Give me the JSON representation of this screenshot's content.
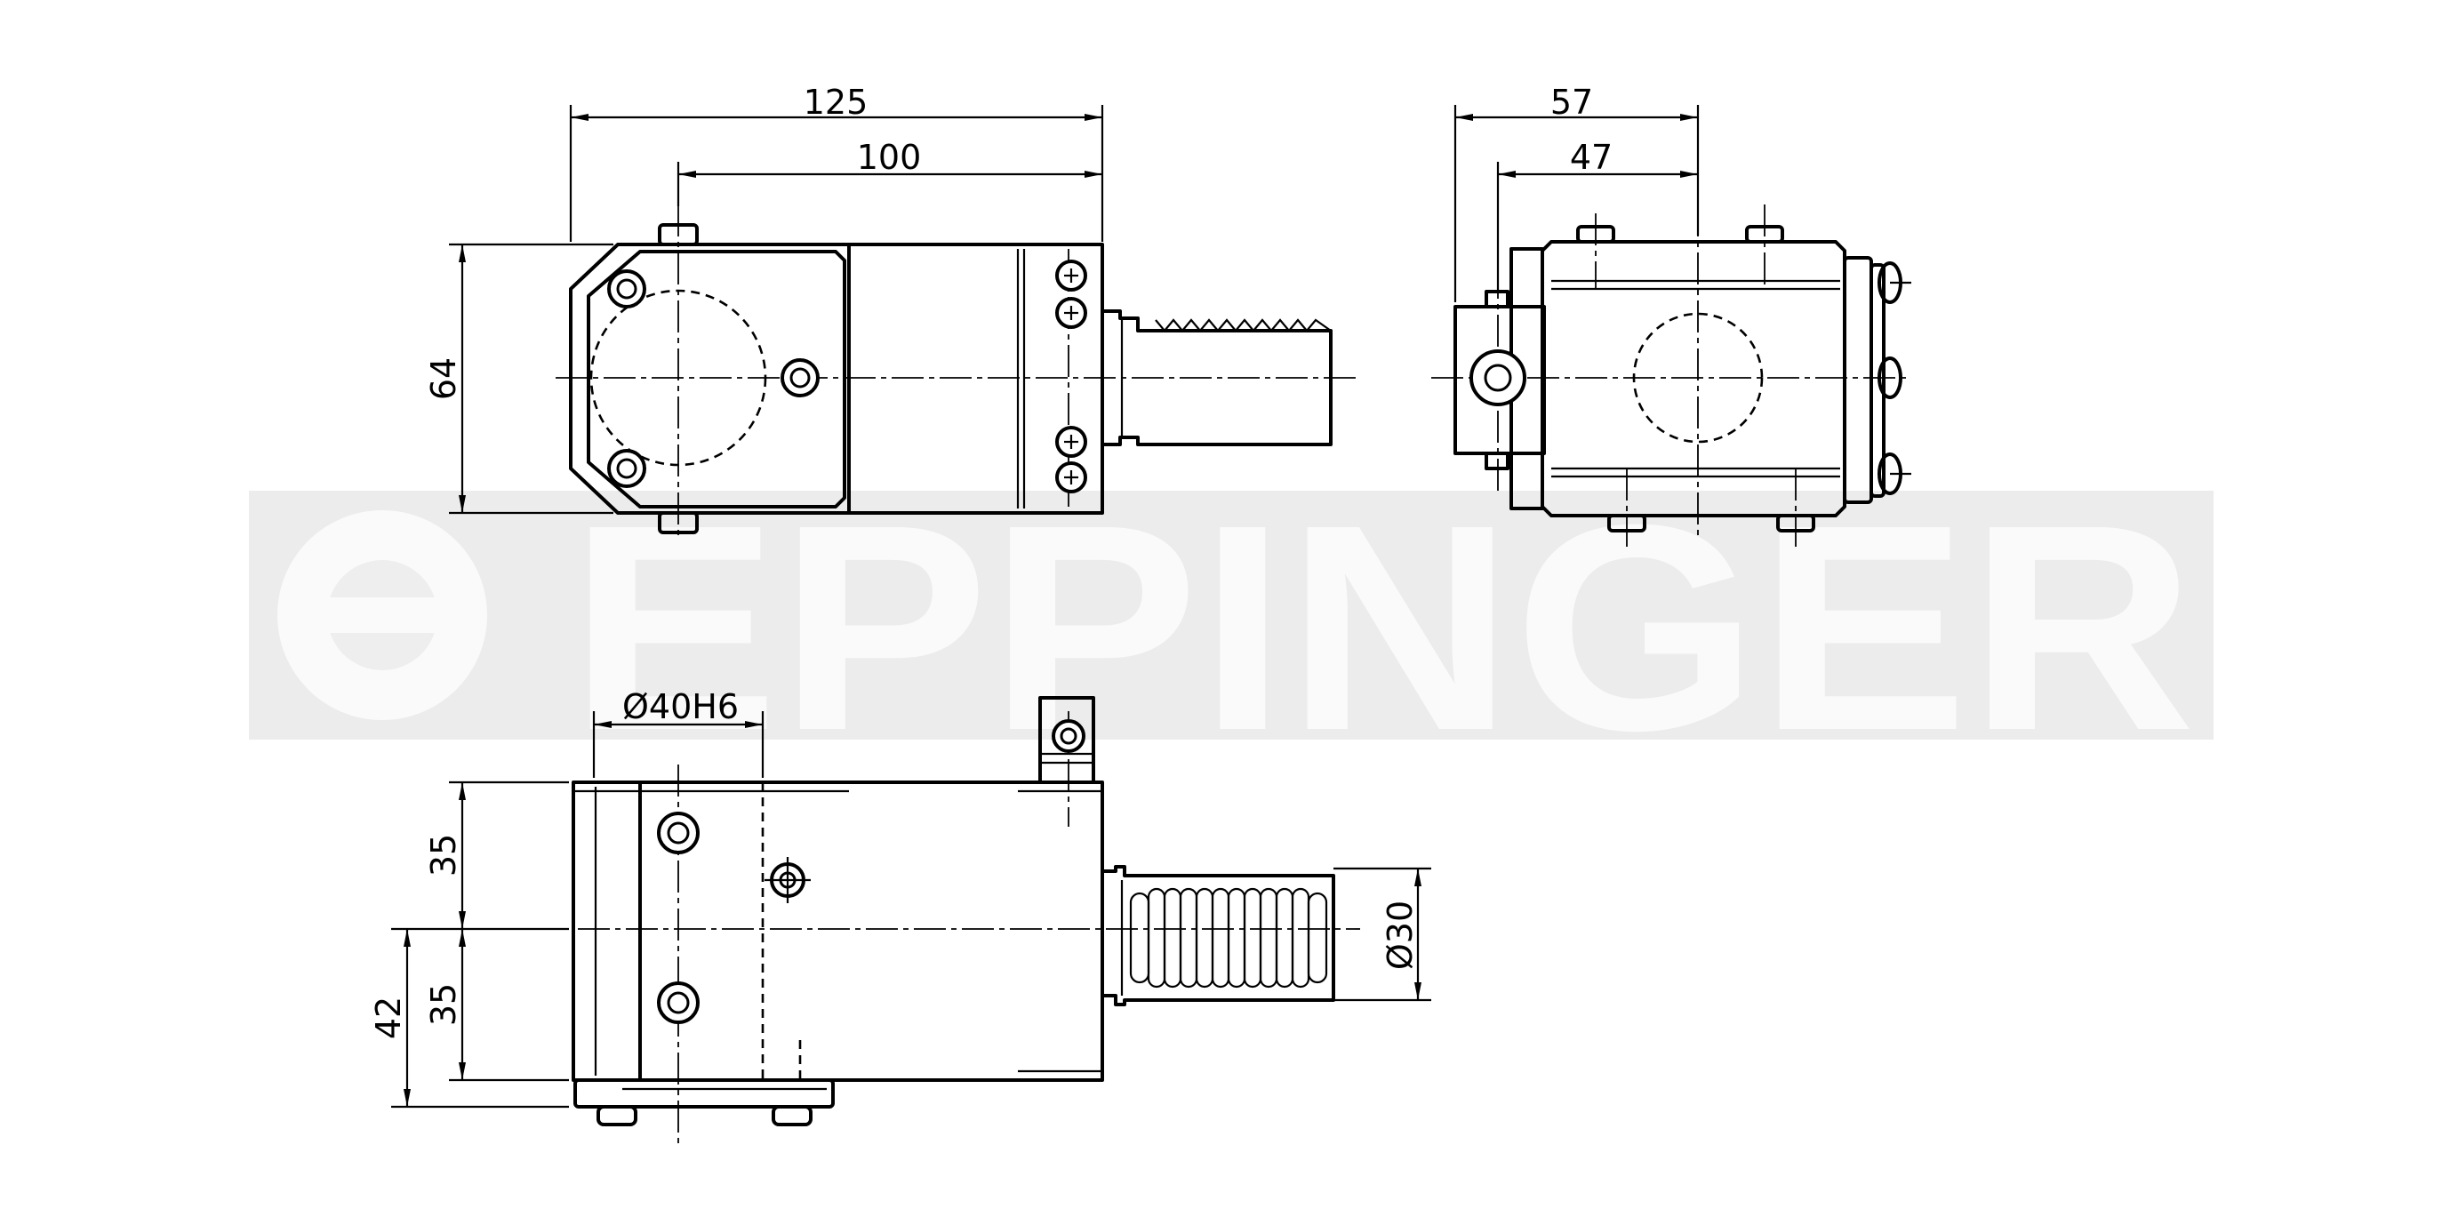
{
  "watermark": {
    "text": "EPPINGER",
    "color": "#ececec"
  },
  "colors": {
    "line": "#000000",
    "background": "#ffffff"
  },
  "dimensions": {
    "top_width_overall": "125",
    "top_width_inner": "100",
    "top_height": "64",
    "side_width_overall": "57",
    "side_width_inner": "47",
    "bore_diameter": "Ø40H6",
    "front_upper_half": "35",
    "front_lower_half": "35",
    "front_height": "42",
    "shank_diameter": "Ø30"
  }
}
